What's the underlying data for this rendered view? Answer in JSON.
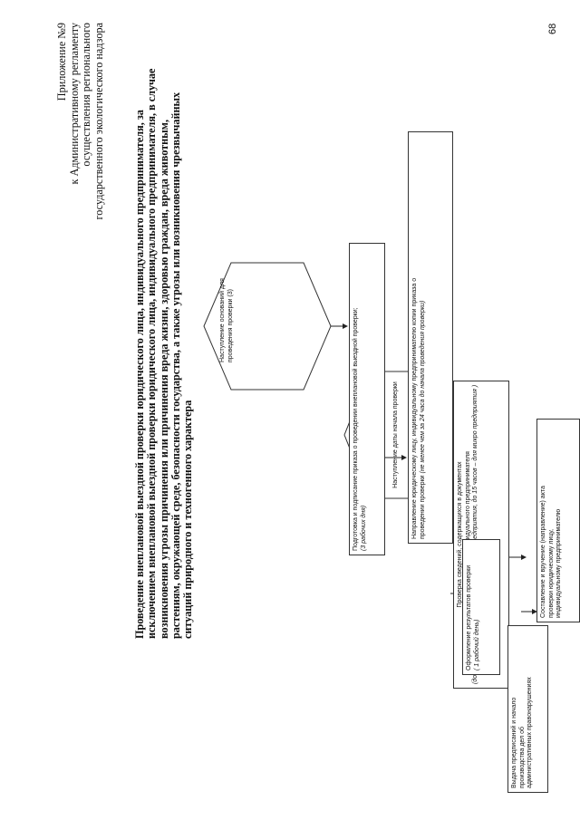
{
  "header": {
    "lines": [
      "Приложение №9",
      "к Административному регламенту",
      "осуществления регионального",
      "государственного экологического надзора"
    ]
  },
  "title": {
    "lines": [
      "Проведение внеплановой выездной проверки юридического лица, индивидуального предпринимателя, за",
      "исключением внеплановой выездной проверки юридического лица, индивидуального предпринимателя, в случае",
      "возникновения угрозы причинения или причинения вреда жизни, здоровью граждан, вреда животным,",
      "растениям, окружающей среде, безопасности государства, а также угрозы или возникновения чрезвычайных",
      "ситуаций природного и техногенного характера"
    ]
  },
  "flow": {
    "start": {
      "lines": [
        "Наступление оснований для",
        "проведения   проверки (3)"
      ]
    },
    "prepare": {
      "line1": "Подготовка и подписание приказа  о проведении внеплановой выездной проверки;",
      "line2": "(3 рабочих дня)"
    },
    "notify": {
      "line1": "Направление юридическому лицу, индивидуальному предпринимателю копии приказа о",
      "line2_text": "проведении проверки ",
      "line2_italic": "(не менее чем за 24 часа до начала проведения проверки)"
    },
    "start_date": {
      "label": "Наступление даты начала проверки"
    },
    "check": {
      "lines": [
        "Проверка сведений, содержащихся в документах",
        "юридического лица, индивидуального предпринимателя"
      ],
      "italic": "(до 20 рабочих дней, до 50часов – для малого предприятия, до 15  часов – для микро предприятия )"
    },
    "results": {
      "line1": "Оформление результатов проверки",
      "line2": "( 1 рабочий день)"
    },
    "act": {
      "lines": [
        "Составление и вручение (направление) акта",
        "проверки юридическому лицу,",
        "индивидуальному предпринимателю"
      ]
    },
    "orders": {
      "lines": [
        "Выдача предписаний и начало",
        "производства дел об",
        "административных правонарушениях"
      ]
    }
  },
  "page_number": "68"
}
